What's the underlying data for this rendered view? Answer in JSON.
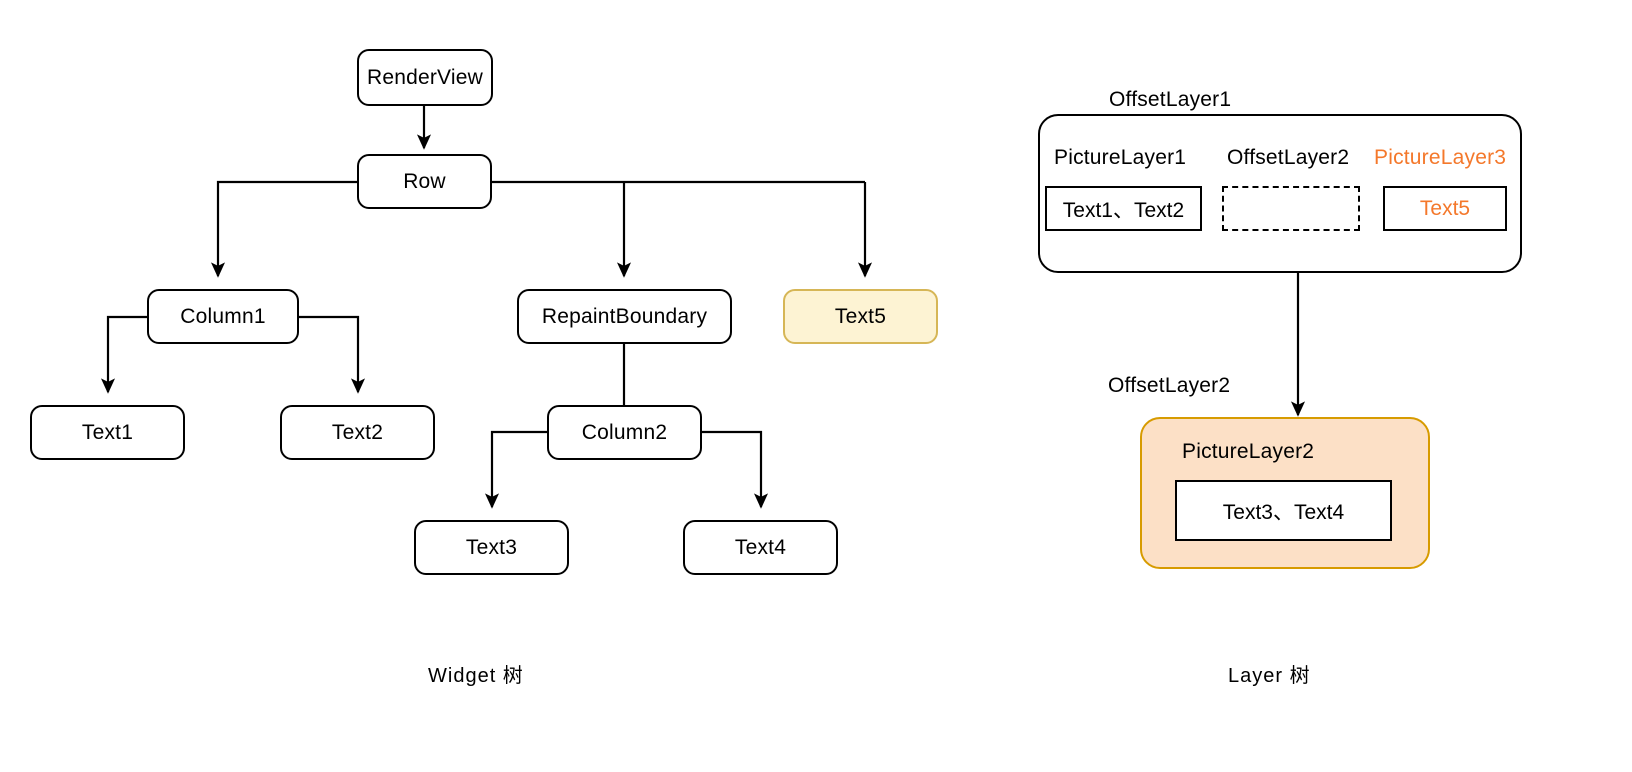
{
  "diagram": {
    "background": "#ffffff",
    "stroke": "#000000",
    "accent_orange": "#F4782B",
    "highlight_fill": "#FDF3D3",
    "highlight_border": "#D6B656",
    "peach_fill": "#FCE0C6",
    "peach_border": "#D79B00"
  },
  "widget_tree": {
    "caption": "Widget 树",
    "nodes": [
      {
        "id": "renderview",
        "label": "RenderView",
        "highlight": false
      },
      {
        "id": "row",
        "label": "Row",
        "highlight": false
      },
      {
        "id": "column1",
        "label": "Column1",
        "highlight": false
      },
      {
        "id": "repaintboundary",
        "label": "RepaintBoundary",
        "highlight": false
      },
      {
        "id": "text5",
        "label": "Text5",
        "highlight": true
      },
      {
        "id": "text1",
        "label": "Text1",
        "highlight": false
      },
      {
        "id": "text2",
        "label": "Text2",
        "highlight": false
      },
      {
        "id": "column2",
        "label": "Column2",
        "highlight": false
      },
      {
        "id": "text3",
        "label": "Text3",
        "highlight": false
      },
      {
        "id": "text4",
        "label": "Text4",
        "highlight": false
      }
    ],
    "edges": [
      {
        "from": "renderview",
        "to": "row"
      },
      {
        "from": "row",
        "to": "column1"
      },
      {
        "from": "row",
        "to": "repaintboundary"
      },
      {
        "from": "row",
        "to": "text5"
      },
      {
        "from": "column1",
        "to": "text1"
      },
      {
        "from": "column1",
        "to": "text2"
      },
      {
        "from": "repaintboundary",
        "to": "column2"
      },
      {
        "from": "column2",
        "to": "text3"
      },
      {
        "from": "column2",
        "to": "text4"
      }
    ]
  },
  "layer_tree": {
    "caption": "Layer 树",
    "offset_layer_1": {
      "title": "OffsetLayer1",
      "children": [
        {
          "id": "picturelayer1",
          "title": "PictureLayer1",
          "content": "Text1、Text2",
          "style": "solid",
          "color": "black"
        },
        {
          "id": "offsetlayer2",
          "title": "OffsetLayer2",
          "content": "",
          "style": "dashed",
          "color": "black"
        },
        {
          "id": "picturelayer3",
          "title": "PictureLayer3",
          "content": "Text5",
          "style": "solid",
          "color": "orange"
        }
      ]
    },
    "offset_layer_2": {
      "title": "OffsetLayer2",
      "child": {
        "id": "picturelayer2",
        "title": "PictureLayer2",
        "content": "Text3、Text4"
      }
    }
  }
}
